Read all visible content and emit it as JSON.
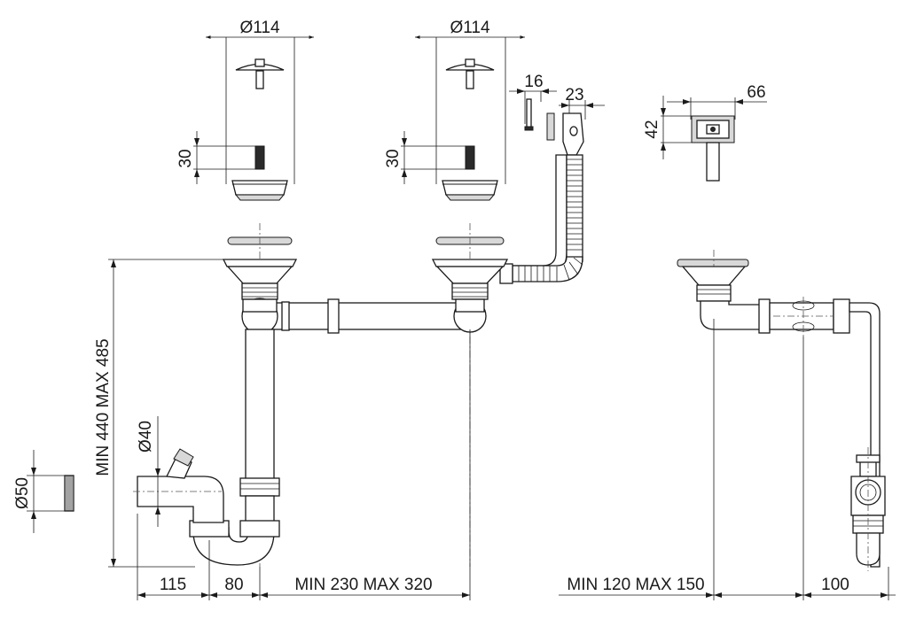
{
  "dimensions": {
    "dia_left_strainer": "Ø114",
    "dia_right_strainer": "Ø114",
    "height_left_strainer": "30",
    "height_right_strainer": "30",
    "overflow_width": "16",
    "overflow_hose": "23",
    "overflow_box_width": "66",
    "overflow_box_height": "42",
    "dia_connector": "Ø50",
    "dia_side_inlet": "Ø40",
    "total_height": "MIN 440 MAX 485",
    "width_115": "115",
    "width_80": "80",
    "bowl_spacing": "MIN 230 MAX 320",
    "side_offset": "MIN 120 MAX 150",
    "side_100": "100"
  }
}
